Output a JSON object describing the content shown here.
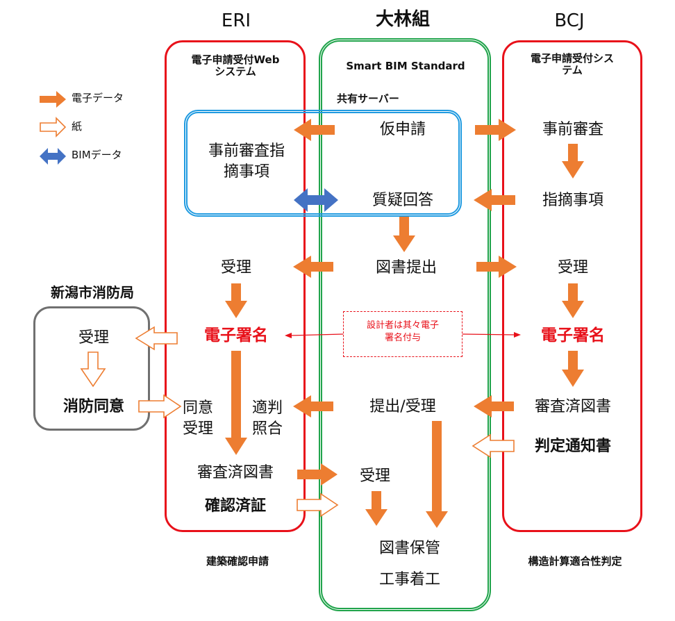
{
  "columns": {
    "eri": {
      "title": "ERI",
      "system": "電子申請受付Web\nシステム",
      "footer": "建築確認申請"
    },
    "obayashi": {
      "title": "大林組",
      "system": "Smart BIM Standard"
    },
    "bcj": {
      "title": "BCJ",
      "system": "電子申請受付シス\nテム",
      "footer": "構造計算適合性判定"
    }
  },
  "fire_dept": {
    "title": "新潟市消防局",
    "received": "受理",
    "consent": "消防同意"
  },
  "legend": [
    {
      "label": "電子データ",
      "color": "#ed7d31",
      "kind": "solid-arrow"
    },
    {
      "label": "紙",
      "color": "#ed7d31",
      "kind": "outline-arrow"
    },
    {
      "label": "BIMデータ",
      "color": "#4472c4",
      "kind": "double-arrow"
    }
  ],
  "shared_server": {
    "title": "共有サーバー",
    "provisional_application": "仮申請",
    "qa": "質疑回答"
  },
  "eri_items": {
    "pre_review_notes": "事前審査指\n摘事項",
    "received": "受理",
    "e_signature": "電子署名",
    "consent_received": "同意\n受理",
    "compliance_check": "適判\n照合",
    "reviewed_drawings": "審査済図書",
    "confirmation_certificate": "確認済証"
  },
  "obayashi_items": {
    "drawing_submission": "図書提出",
    "designer_note": "設計者は其々電子\n署名付与",
    "submission_received": "提出/受理",
    "received": "受理",
    "drawing_storage": "図書保管",
    "construction_start": "工事着工"
  },
  "bcj_items": {
    "pre_review": "事前審査",
    "notes": "指摘事項",
    "received": "受理",
    "e_signature": "電子署名",
    "reviewed_drawings": "審査済図書",
    "judgement_notice": "判定通知書"
  },
  "colors": {
    "eri_border": "#e8111a",
    "obayashi_border": "#1fa34a",
    "bcj_border": "#e8111a",
    "fire_border": "#707070",
    "server_border": "#1f9ae0",
    "electronic_arrow": "#ed7d31",
    "bim_arrow": "#4472c4",
    "note_border": "#e8111a"
  }
}
